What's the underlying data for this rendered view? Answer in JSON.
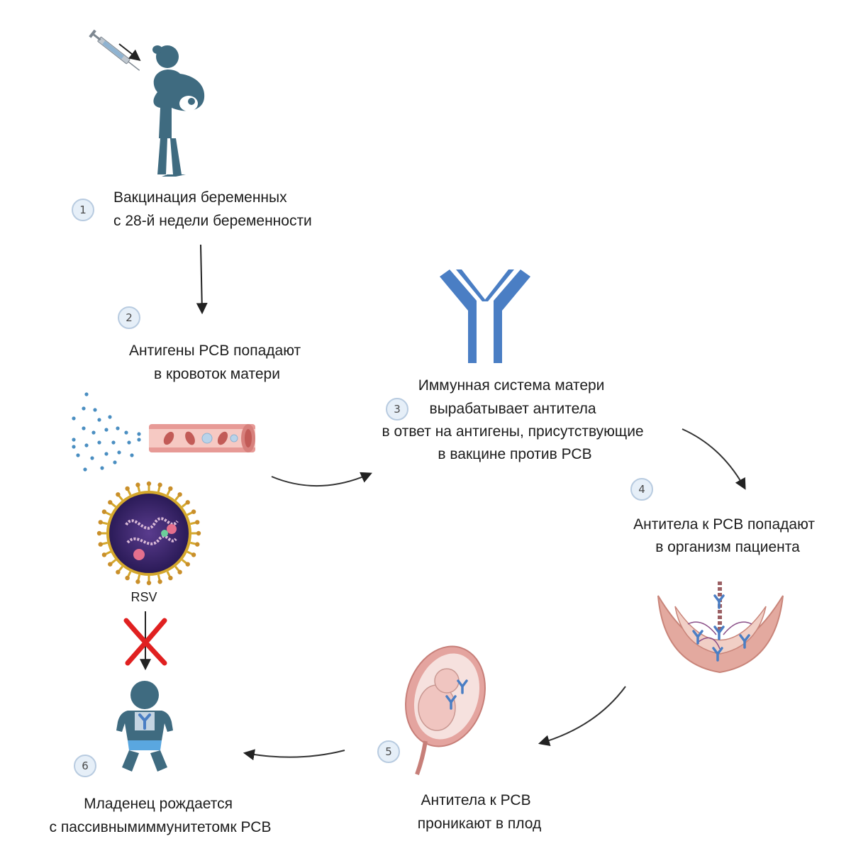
{
  "steps": [
    {
      "num": "1",
      "lines": [
        "Вакцинация беременных",
        "с 28-й недели беременности"
      ]
    },
    {
      "num": "2",
      "lines": [
        "Антигены РСВ попадают",
        "в кровоток матери"
      ]
    },
    {
      "num": "3",
      "lines": [
        "Иммунная система матери",
        "вырабатывает антитела",
        "в ответ на антигены, присутствующие",
        "в вакцине против РСВ"
      ]
    },
    {
      "num": "4",
      "lines": [
        "Антитела к РСВ попадают",
        "в организм пациента"
      ]
    },
    {
      "num": "5",
      "lines": [
        "Антитела к РСВ",
        "проникают в плод"
      ]
    },
    {
      "num": "6",
      "lines": [
        "Младенец рождается",
        "с пассивнымиммунитетомк  РСВ"
      ]
    }
  ],
  "virus_label": "RSV",
  "colors": {
    "figure": "#3f6b80",
    "antibody": "#4a7ec4",
    "vessel": "#e79a96",
    "vessel_inner": "#f6c9c3",
    "spray": "#4a8ec1",
    "virus_core": "#3b2a6e",
    "virus_spike": "#d4a72c",
    "placenta": "#e3a99f",
    "blocked_cross": "#e02020",
    "badge_fill": "#e6eff8",
    "badge_stroke": "#b8cbe0"
  }
}
